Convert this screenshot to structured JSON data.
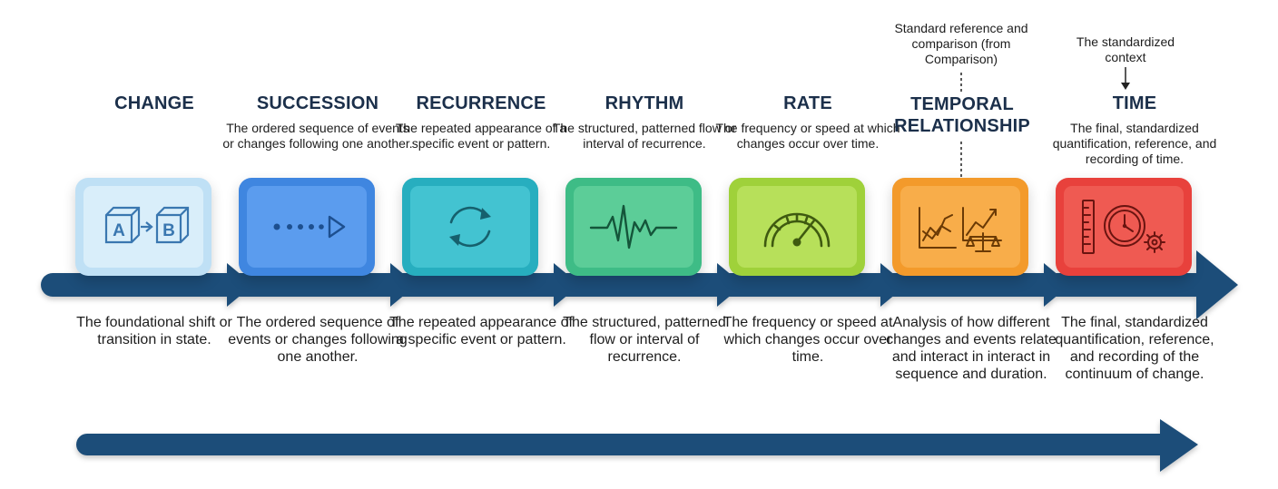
{
  "stages": [
    {
      "title": "CHANGE",
      "top_description": "",
      "bottom_description": "The foundational shift or transition in state.",
      "icon": "a-to-b-icon",
      "tile_color": "#bfe0f5",
      "tile_inner_color": "#d9eefa"
    },
    {
      "title": "SUCCESSION",
      "top_description": "The ordered sequence of events or changes following one another.",
      "bottom_description": "The ordered sequence of events or changes following one another.",
      "icon": "dotted-arrow-icon",
      "tile_color": "#3f86e0",
      "tile_inner_color": "#5b9cee"
    },
    {
      "title": "RECURRENCE",
      "top_description": "The repeated appearance of a specific event or pattern.",
      "bottom_description": "The repeated appearance of a specific event or pattern.",
      "icon": "cycle-arrows-icon",
      "tile_color": "#27aebf",
      "tile_inner_color": "#43c3d1"
    },
    {
      "title": "RHYTHM",
      "top_description": "The structured, patterned flow or interval of recurrence.",
      "bottom_description": "The structured, patterned flow or interval of recurrence.",
      "icon": "pulse-wave-icon",
      "tile_color": "#3ebc86",
      "tile_inner_color": "#5ccd98"
    },
    {
      "title": "RATE",
      "top_description": "The frequency or speed at which changes occur over time.",
      "bottom_description": "The frequency or speed at which changes occur over time.",
      "icon": "speedometer-icon",
      "tile_color": "#9fd13a",
      "tile_inner_color": "#b7e05a"
    },
    {
      "title": "TEMPORAL RELATIONSHIP",
      "top_description": "",
      "bottom_description": "Analysis of how different changes and events relate and interact in interact in sequence and duration.",
      "icon": "charts-and-scale-icon",
      "tile_color": "#f39a2b",
      "tile_inner_color": "#f8ad4a"
    },
    {
      "title": "TIME",
      "top_description": "The final, standardized quantification, reference, and recording of time.",
      "bottom_description": "The final, standardized quantification, reference, and recording of the continuum of change.",
      "icon": "clock-ruler-gear-icon",
      "tile_color": "#e8413c",
      "tile_inner_color": "#ef5a52"
    }
  ],
  "annotations": {
    "comparison_note": "Standard reference and comparison (from Comparison)",
    "context_note": "The standardized context"
  },
  "tile_labels": {
    "a": "A",
    "b": "B"
  },
  "colors": {
    "arrow": "#1f4e79",
    "title": "#1b2f4a"
  }
}
